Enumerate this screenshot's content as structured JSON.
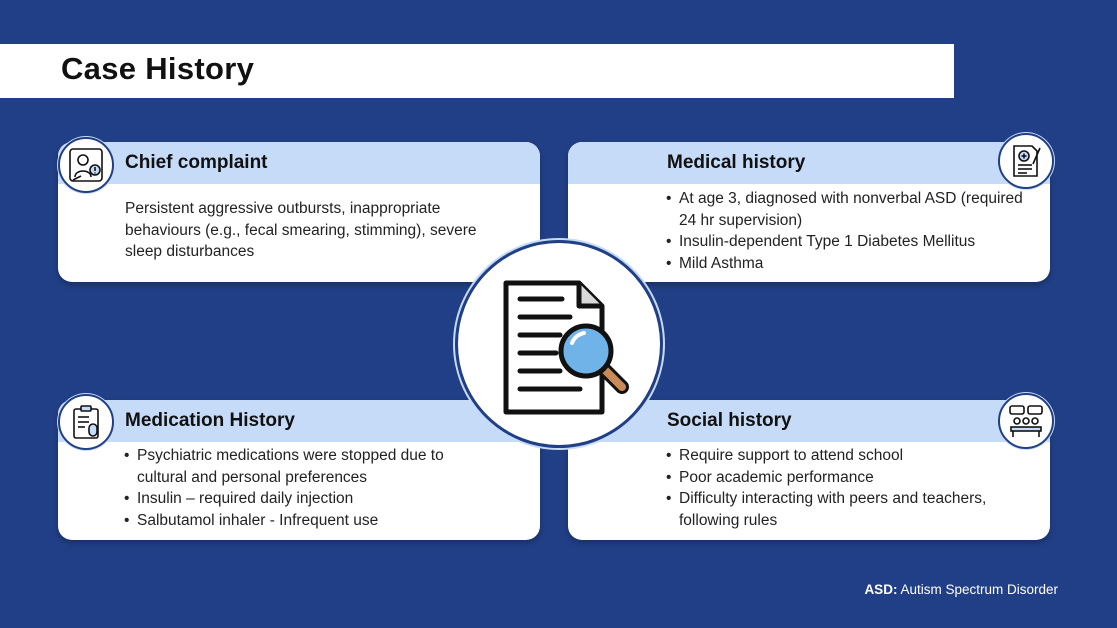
{
  "title": "Case History",
  "cards": {
    "chief": {
      "heading": "Chief complaint",
      "text": "Persistent aggressive outbursts, inappropriate behaviours (e.g., fecal smearing, stimming), severe sleep disturbances"
    },
    "medical": {
      "heading": "Medical history",
      "items": [
        "At age 3, diagnosed with nonverbal ASD (required 24 hr supervision)",
        "Insulin-dependent Type 1 Diabetes Mellitus",
        "Mild Asthma"
      ]
    },
    "medication": {
      "heading": "Medication History",
      "items": [
        "Psychiatric medications were stopped due to cultural and personal preferences",
        "Insulin – required daily injection",
        "Salbutamol inhaler - Infrequent use"
      ]
    },
    "social": {
      "heading": "Social history",
      "items": [
        "Require support to attend school",
        "Poor academic performance",
        "Difficulty interacting with peers and teachers, following rules"
      ]
    }
  },
  "footnote": {
    "abbr": "ASD:",
    "text": " Autism Spectrum Disorder"
  },
  "icons": {
    "chief": "doctor-icon",
    "medical": "medical-report-icon",
    "medication": "clipboard-icon",
    "social": "group-chat-icon",
    "center": "document-search-icon"
  },
  "colors": {
    "background": "#213f86",
    "header_band": "#c6dbf7",
    "card": "#ffffff"
  }
}
